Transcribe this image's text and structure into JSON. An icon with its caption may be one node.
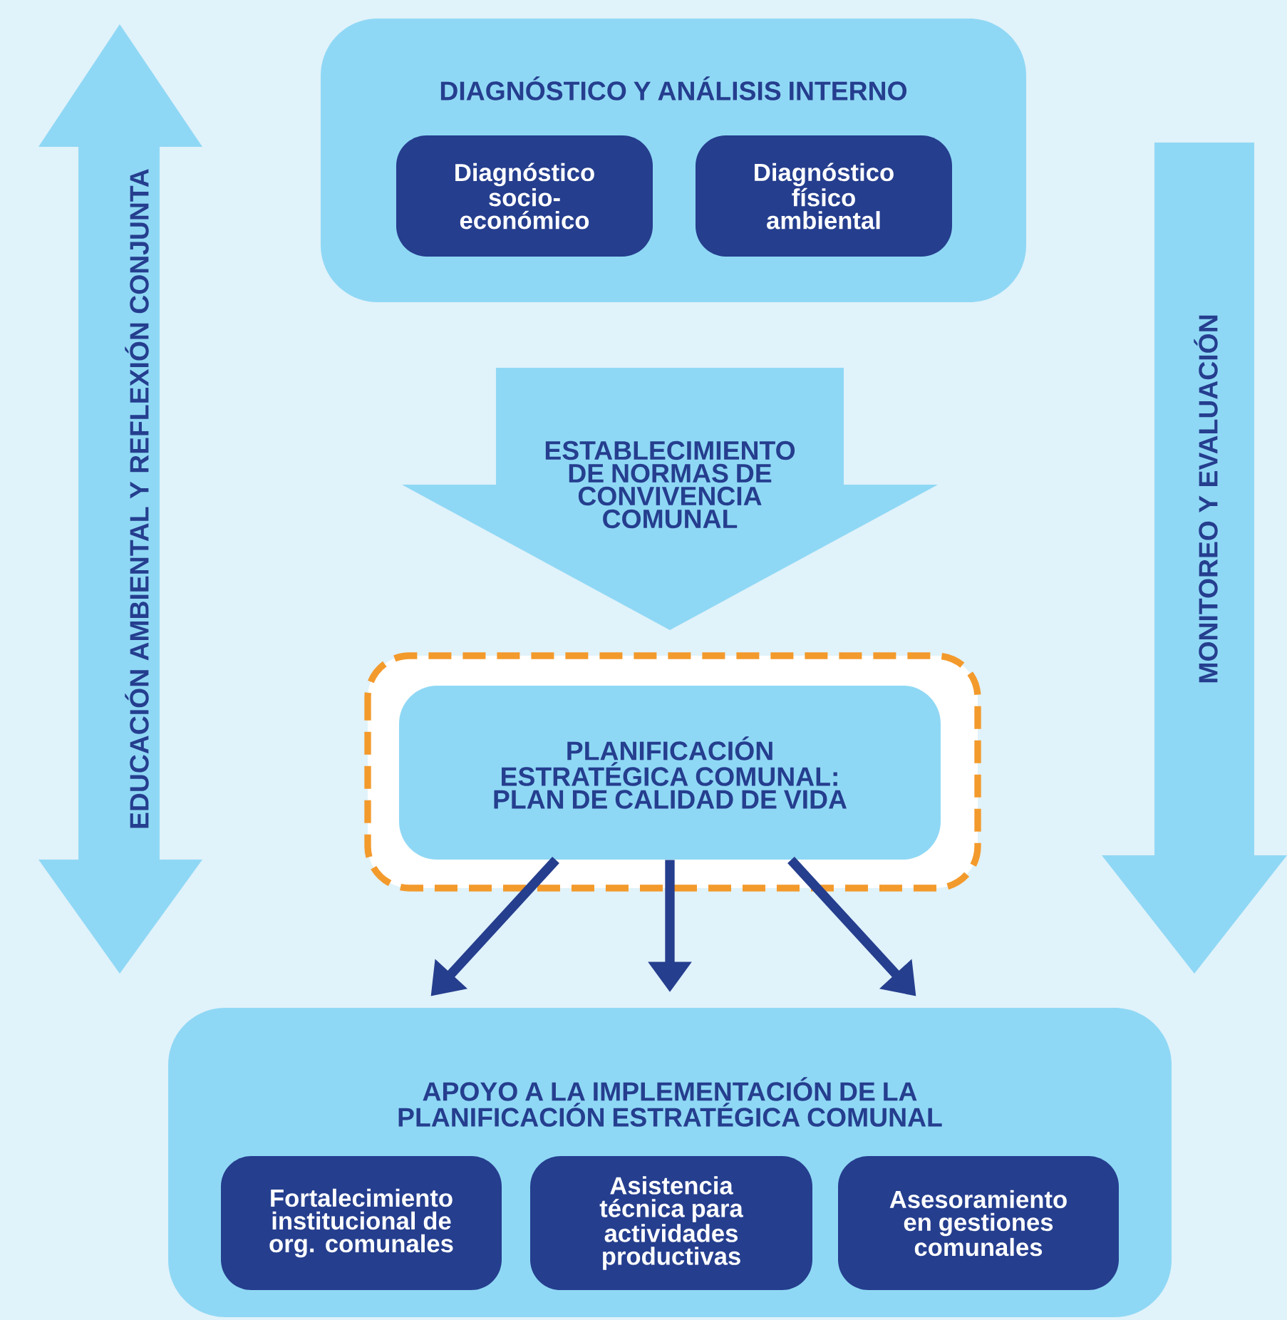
{
  "diagram": {
    "nodes": [
      {
        "text": [
          "DIAGNÓSTICO Y ANÁLISIS INTERNO"
        ]
      },
      {
        "text": [
          "Diagnóstico socio-económico"
        ],
        "in": 0
      },
      {
        "text": [
          "Diagnóstico físico ambiental"
        ],
        "in": 0
      },
      {
        "text": [
          "ESTABLECIMIENTO DE NORMAS DE CONVIVENCIA COMUNAL"
        ]
      },
      {
        "text": [
          "PLANIFICACIÓN ESTRATÉGICA COMUNAL: PLAN DE CALIDAD DE VIDA"
        ]
      },
      {
        "text": [
          "APOYO A LA IMPLEMENTACIÓN DE LA PLANIFICACIÓN ESTRATÉGICA COMUNAL"
        ]
      },
      {
        "text": [
          "Fortalecimiento institucional de org. comunales"
        ],
        "in": 5
      },
      {
        "text": [
          "Asistencia técnica para actividades productivas"
        ],
        "in": 5
      },
      {
        "text": [
          "Asesoramiento en gestiones comunales"
        ],
        "in": 5
      },
      {
        "text": [
          "EDUCACIÓN AMBIENTAL Y REFLEXIÓN CONJUNTA"
        ]
      },
      {
        "text": [
          "MONITOREO Y EVALUACIÓN"
        ]
      }
    ],
    "edges": [
      {
        "from": 4,
        "to": 5,
        "arrow": "to"
      },
      {
        "from": 4,
        "to": 5,
        "arrow": "to"
      },
      {
        "from": 4,
        "to": 5,
        "arrow": "to"
      }
    ]
  }
}
